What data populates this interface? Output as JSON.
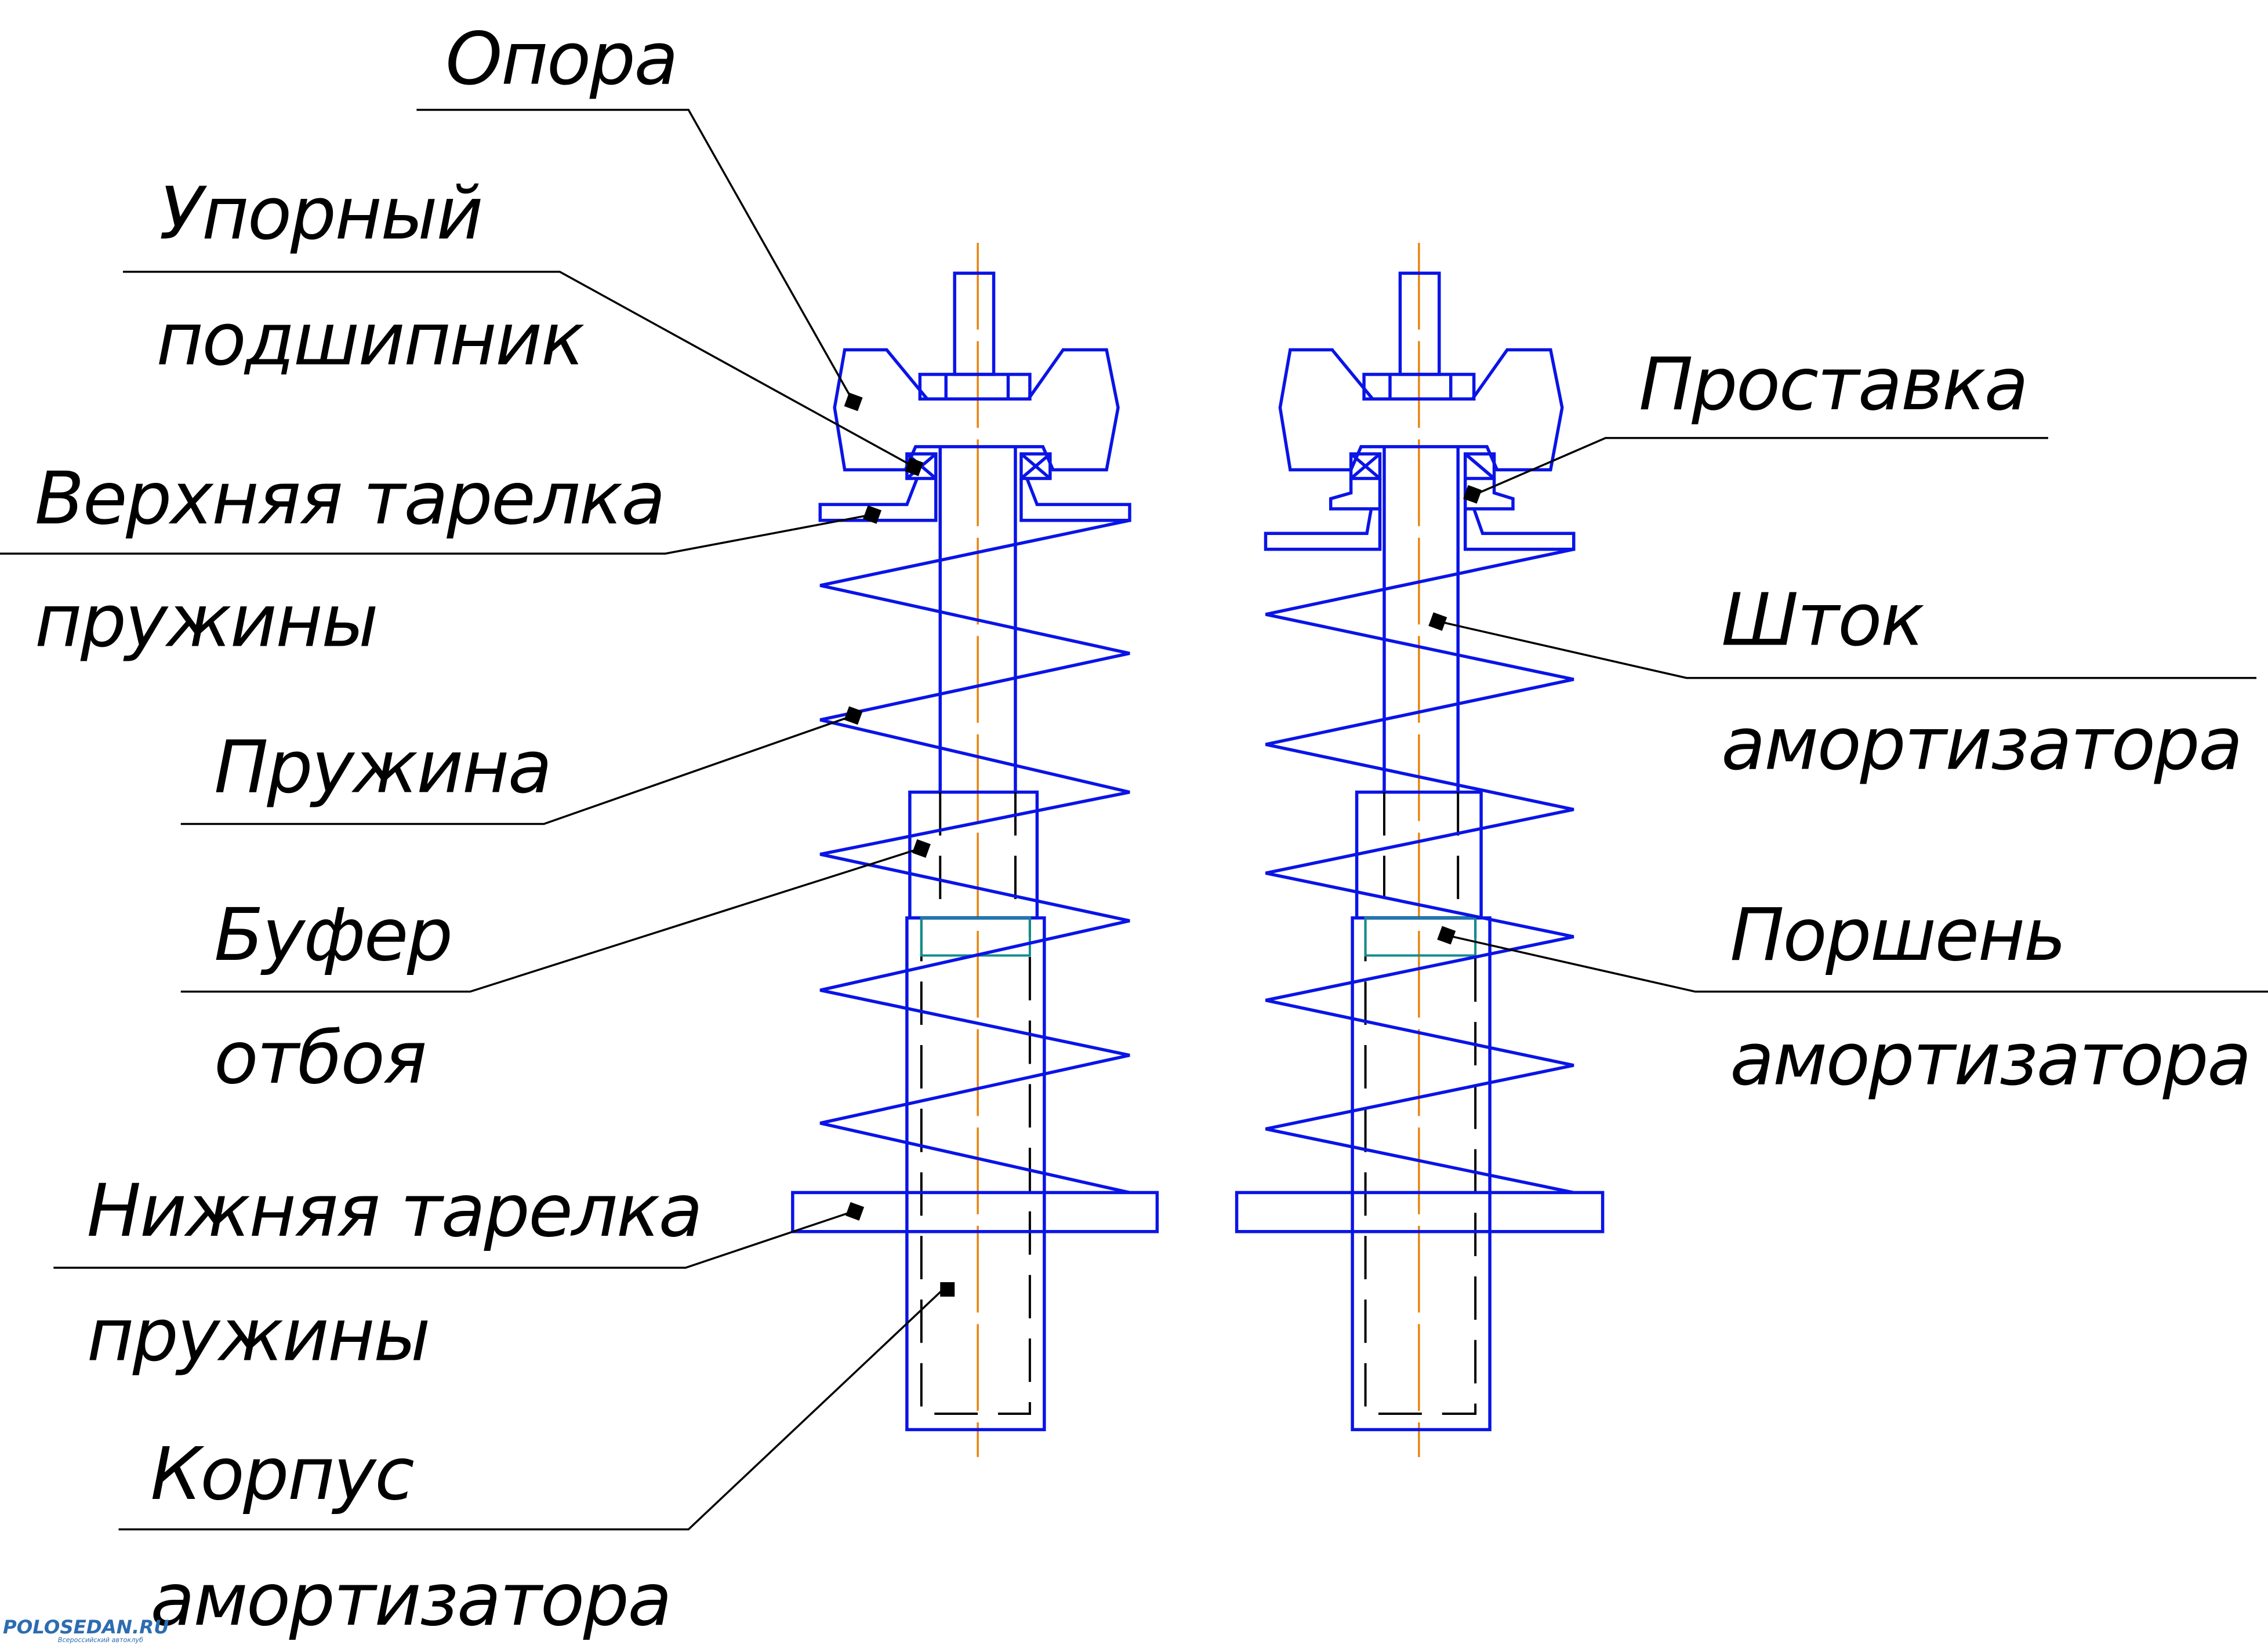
{
  "diagram": {
    "title": "Стойка передней подвески — сравнение опоры без проставки и с проставкой",
    "colors": {
      "part_outline": "#0a14e6",
      "hidden_lines": "#000000",
      "center_axis": "#e88410",
      "piston": "#148c8c",
      "leader_lines": "#000000"
    },
    "labels_left": [
      {
        "id": "opora",
        "lines": [
          "Опора"
        ]
      },
      {
        "id": "bearing",
        "lines": [
          "Упорный",
          "подшипник"
        ]
      },
      {
        "id": "upper-seat",
        "lines": [
          "Верхняя тарелка",
          "пружины"
        ]
      },
      {
        "id": "spring",
        "lines": [
          "Пружина"
        ]
      },
      {
        "id": "rebound-buffer",
        "lines": [
          "Буфер",
          "отбоя"
        ]
      },
      {
        "id": "lower-seat",
        "lines": [
          "Нижняя тарелка",
          "пружины"
        ]
      },
      {
        "id": "body",
        "lines": [
          "Корпус",
          "амортизатора"
        ]
      }
    ],
    "labels_right": [
      {
        "id": "spacer",
        "lines": [
          "Проставка"
        ]
      },
      {
        "id": "rod",
        "lines": [
          "Шток",
          "амортизатора"
        ]
      },
      {
        "id": "piston",
        "lines": [
          "Поршень",
          "амортизатора"
        ]
      }
    ],
    "assemblies": [
      {
        "name": "original-strut",
        "has_spacer": false
      },
      {
        "name": "strut-with-spacer",
        "has_spacer": true
      }
    ]
  },
  "watermark": {
    "brand": "POLOSEDAN.RU",
    "tagline": "Всероссийский автоклуб"
  }
}
